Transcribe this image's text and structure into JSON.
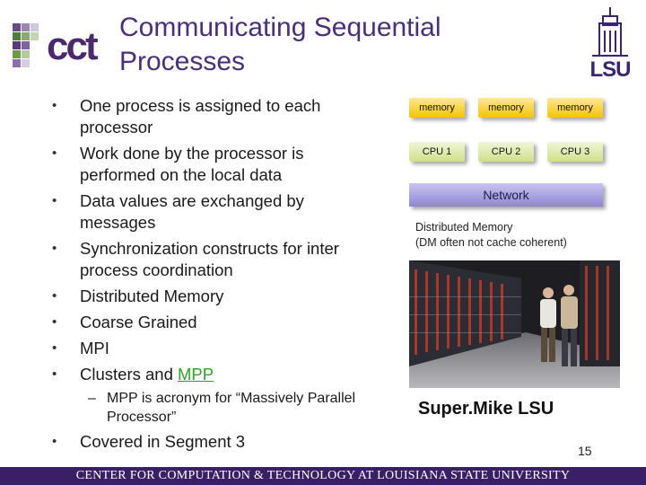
{
  "logo": {
    "cct_text": "cct",
    "lsu_text": "LSU"
  },
  "title": "Communicating Sequential Processes",
  "bullets": [
    "One process is assigned to each processor",
    "Work done by the processor is performed on the local data",
    "Data values are exchanged by messages",
    "Synchronization constructs for inter process coordination",
    "Distributed Memory",
    "Coarse Grained",
    "MPI"
  ],
  "clusters_prefix": "Clusters and ",
  "mpp_link": "MPP",
  "sub_dash": "–",
  "sub_bullet": "MPP is acronym for “Massively Parallel Processor”",
  "last_bullet": "Covered in Segment 3",
  "diagram": {
    "memory_labels": [
      "memory",
      "memory",
      "memory"
    ],
    "cpu_labels": [
      "CPU 1",
      "CPU 2",
      "CPU 3"
    ],
    "network": "Network",
    "caption_line1": "Distributed Memory",
    "caption_line2": "(DM often not cache coherent)"
  },
  "photo_caption": "Super.Mike LSU",
  "page_number": "15",
  "footer": "CENTER FOR COMPUTATION & TECHNOLOGY AT LOUISIANA STATE UNIVERSITY",
  "colors": {
    "title": "#4a2f7a",
    "footer_bg": "#3a1f66",
    "link": "#2fa42a",
    "memory": "#f5c400",
    "cpu": "#cfe08a",
    "network": "#8e86d6"
  }
}
